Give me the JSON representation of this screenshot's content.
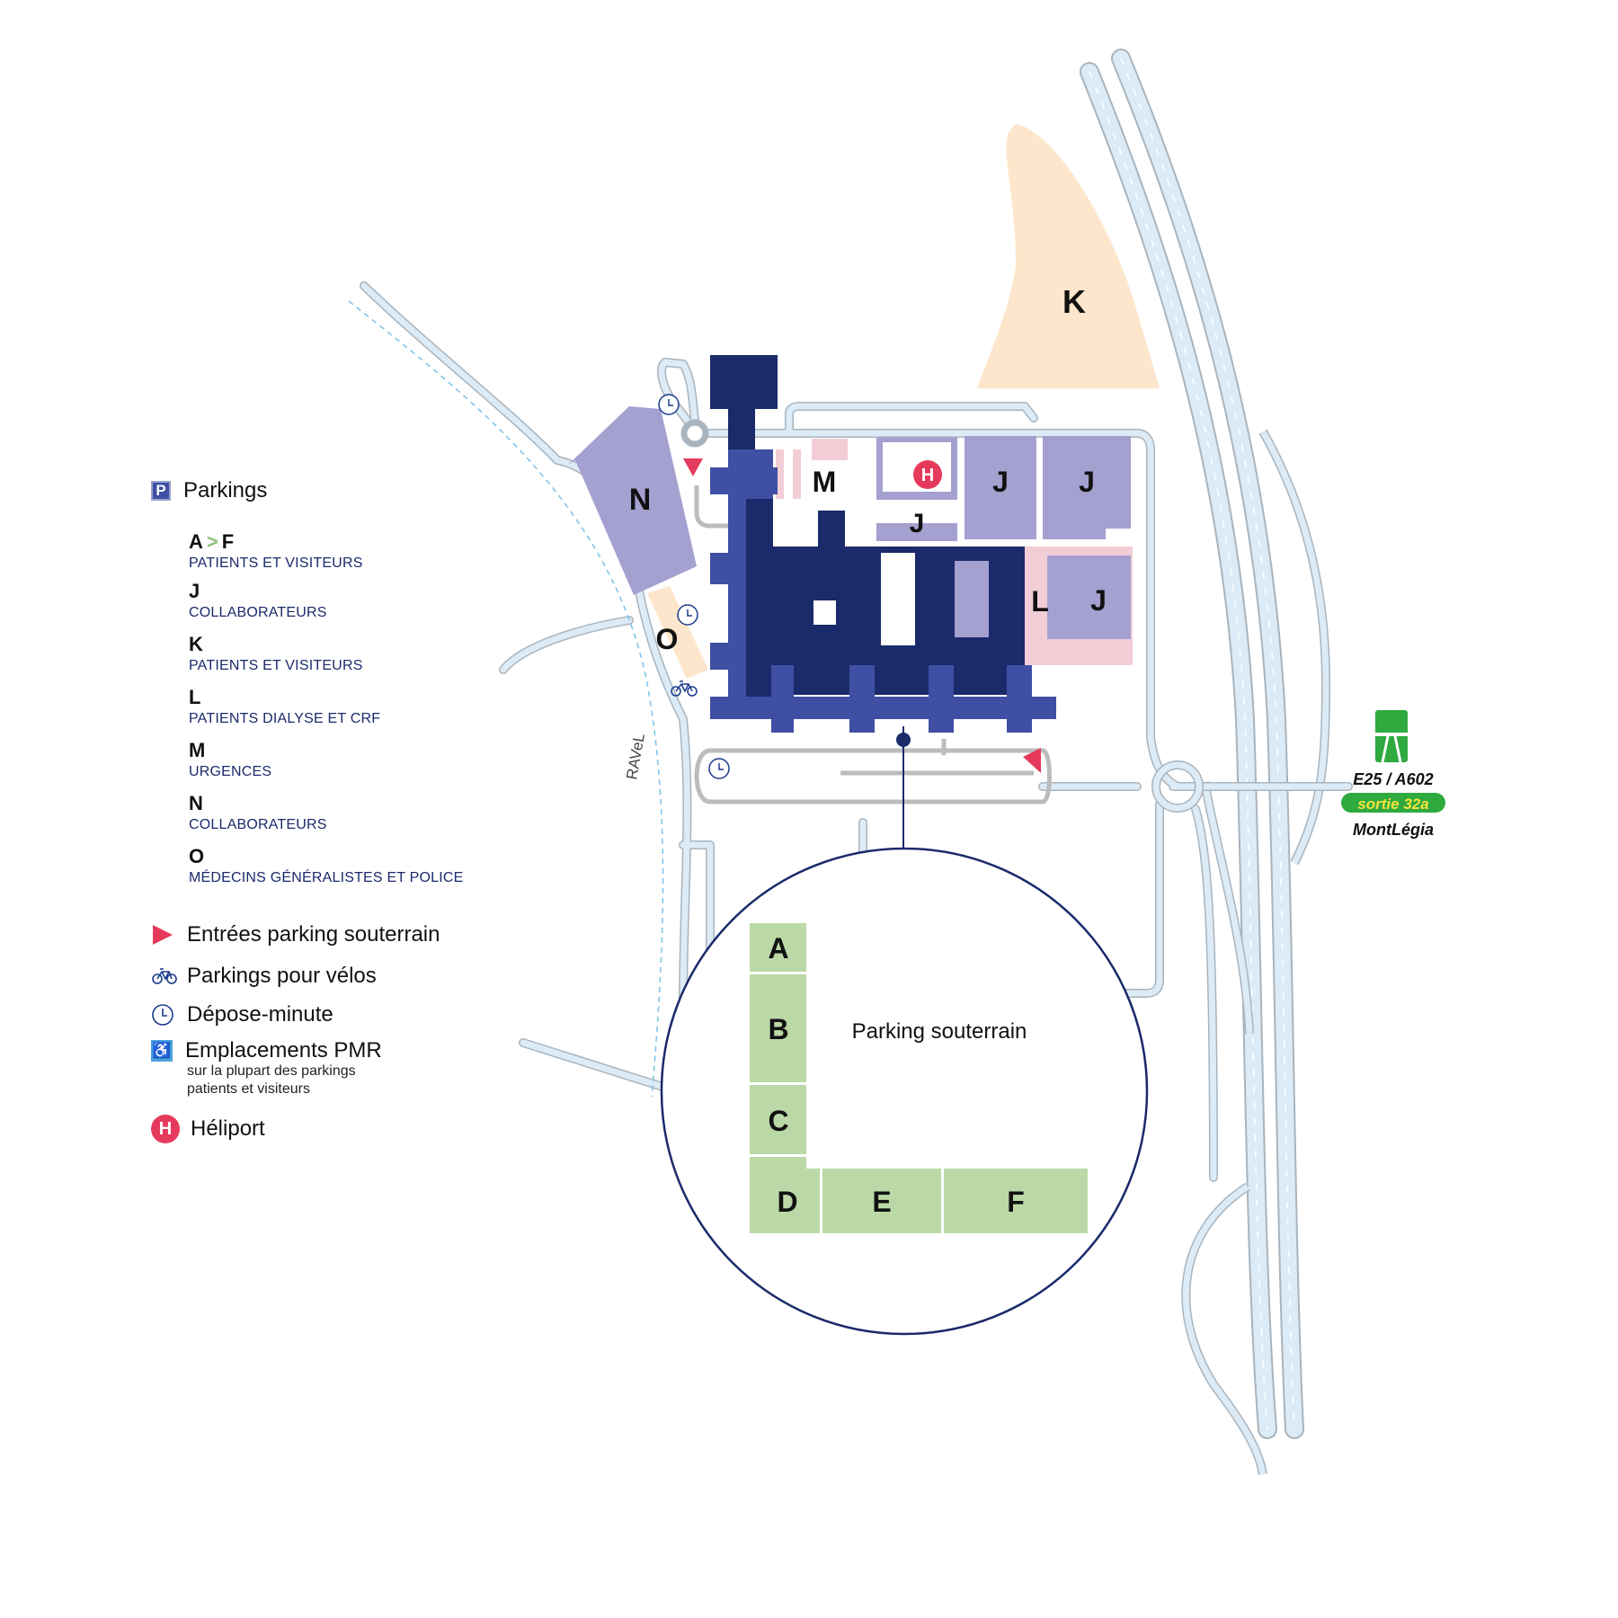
{
  "legend": {
    "parkings_title": "Parkings",
    "p_symbol": "P",
    "codes": [
      {
        "code_start": "A",
        "code_arrow": ">",
        "code_end": "F",
        "desc": "PATIENTS ET VISITEURS"
      },
      {
        "code": "J",
        "desc": "COLLABORATEURS"
      },
      {
        "code": "K",
        "desc": "PATIENTS ET VISITEURS"
      },
      {
        "code": "L",
        "desc": "PATIENTS DIALYSE ET CRF"
      },
      {
        "code": "M",
        "desc": "URGENCES"
      },
      {
        "code": "N",
        "desc": "COLLABORATEURS"
      },
      {
        "code": "O",
        "desc": "MÉDECINS GÉNÉRALISTES ET POLICE"
      }
    ],
    "entrances": "Entrées parking souterrain",
    "bikes": "Parkings pour vélos",
    "dropoff": "Dépose-minute",
    "pmr": "Emplacements PMR",
    "pmr_note_1": "sur la plupart des parkings",
    "pmr_note_2": "patients et visiteurs",
    "h_symbol": "H",
    "heliport": "Héliport"
  },
  "map": {
    "labels": {
      "K": "K",
      "N": "N",
      "M": "M",
      "O": "O",
      "L": "L",
      "J": "J"
    },
    "heliport_symbol": "H",
    "ravel": "RAVeL",
    "underground": {
      "title": "Parking souterrain",
      "zones": [
        "A",
        "B",
        "C",
        "D",
        "E",
        "F"
      ]
    },
    "highway": {
      "road": "E25 / A602",
      "exit": "sortie 32a",
      "destination": "MontLégia"
    }
  },
  "colors": {
    "building_dark": "#1b2a6b",
    "building_mid": "#3f4fa3",
    "parking_lavender": "#a4a0d0",
    "parking_pink": "#f2cdd6",
    "parking_peach": "#fde6cc",
    "underground_green": "#bbd9a6",
    "road_fill": "#dcebf6",
    "road_edge": "#a9b4bd",
    "entrance_red": "#e63a5c",
    "highway_green": "#2eaa3f",
    "exit_yellow": "#f7e33b"
  }
}
